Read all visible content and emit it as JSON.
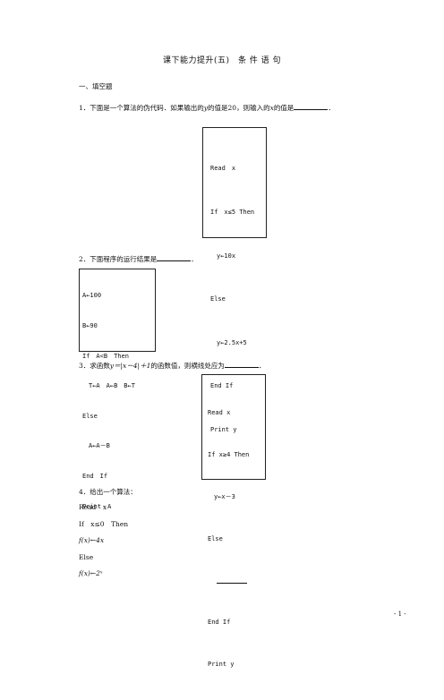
{
  "title": "课下能力提升(五)　条 件 语 句",
  "section": "一、填空题",
  "q1": {
    "text": "1．下面是一个算法的伪代码．如果输出的",
    "mid": "的值是20，则输入的",
    "end": "的值是",
    "var_y": "y",
    "var_x": "x",
    "code": [
      "Read　x",
      "If　x≤5 Then",
      "　y←10x",
      "Else",
      "　y←2.5x+5",
      "End If",
      "Print y"
    ]
  },
  "q2": {
    "text": "2．下面程序的运行结果是",
    "code": [
      "A←100",
      "B←90",
      "If　A<B　Then",
      "　T←A　A←B　B←T",
      "Else",
      "　A←A－B",
      "End　If",
      "Print　A"
    ]
  },
  "q3": {
    "text": "3．求函数",
    "formula": "y＝|x－4|＋1",
    "end": "的函数值，则横线处应为",
    "code": [
      "Read x",
      "If x≥4 Then",
      "　y←x－3",
      "Else",
      "",
      "End If",
      "Print y"
    ]
  },
  "q4": {
    "text": "4．给出一个算法：",
    "code": [
      "Read　x",
      "If　x≤0　Then",
      "f(x)←4x",
      "Else",
      "f(x)←2ˣ"
    ]
  },
  "page_number": "- 1 -"
}
